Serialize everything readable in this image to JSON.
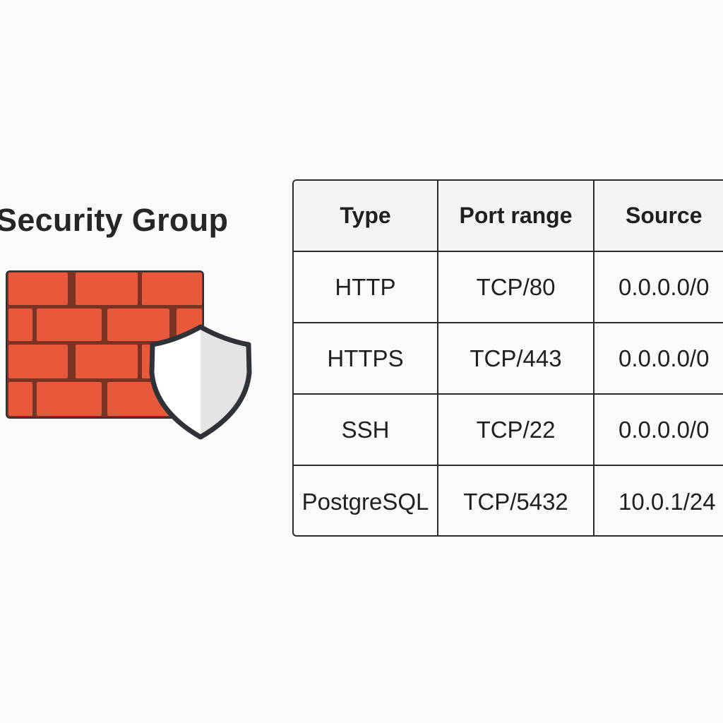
{
  "title": "Security Group",
  "icons": {
    "firewall": "brick-wall-icon",
    "shield": "shield-icon"
  },
  "colors": {
    "brick": "#e8593b",
    "mortar": "#7a3322",
    "shield_fill_light": "#ffffff",
    "shield_fill_shade": "#e4e4e6",
    "outline": "#2f3338"
  },
  "table": {
    "headers": [
      "Type",
      "Port range",
      "Source"
    ],
    "rows": [
      [
        "HTTP",
        "TCP/80",
        "0.0.0.0/0"
      ],
      [
        "HTTPS",
        "TCP/443",
        "0.0.0.0/0"
      ],
      [
        "SSH",
        "TCP/22",
        "0.0.0.0/0"
      ],
      [
        "PostgreSQL",
        "TCP/5432",
        "10.0.1/24"
      ]
    ]
  }
}
